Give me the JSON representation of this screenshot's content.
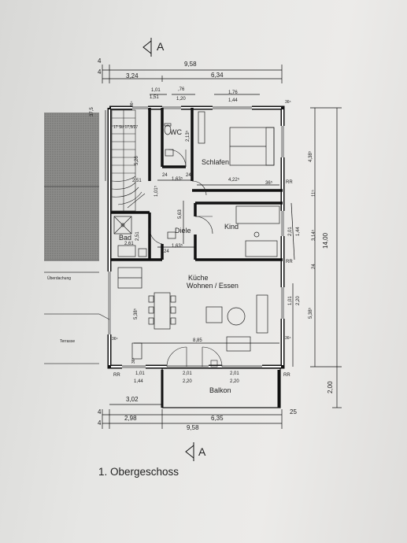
{
  "title": "1. Obergeschoss",
  "section_marker": "A",
  "rooms": {
    "wc": "WC",
    "schlafen": "Schlafen",
    "kind": "Kind",
    "diele": "Diele",
    "bad": "Bad",
    "kueche": "Küche",
    "wohnen": "Wohnen / Essen",
    "balkon": "Balkon",
    "ueberdachung": "Überdachung",
    "terrasse": "Terrasse"
  },
  "dims": {
    "top_total": "9,58",
    "top_left": "3,24",
    "top_right": "6,34",
    "top_4a": "4",
    "top_4b": "4",
    "d_101": "1,01",
    "d_151": "1,51",
    "d_76": ",76",
    "d_120": "1,20",
    "d_176": "1,76",
    "d_144_top": "1,44",
    "d_375": "37,5",
    "d_36_tl": "36⁵",
    "d_36_tr": "36⁵",
    "d_526": "5,26",
    "d_251": "2,51",
    "d_101v": "1,01⁵",
    "d_163a": "1,63⁵",
    "d_24a": "24",
    "d_24b": "24",
    "d_422": "4,22⁵",
    "d_36_mid": "36⁵",
    "d_563": "5,63",
    "d_213": "2,13⁵",
    "d_201": "2,01",
    "d_144_mid": "1,44",
    "d_438": "4,38⁵",
    "d_115": "11⁵",
    "d_314": "3,14⁵",
    "d_1400": "14,00",
    "d_24c": "24",
    "d_163b": "1,63⁵",
    "d_24d": "24",
    "d_251b": "2,51",
    "d_261": "2,61",
    "d_101c": "1,01",
    "d_220a": "2,20",
    "d_538a": "5,38⁵",
    "d_538b": "5,38⁵",
    "d_885": "8,85",
    "d_36_bl": "36⁵",
    "d_36_br": "36⁵",
    "d_36_b": "36⁵",
    "d_101_bl": "1,01",
    "d_144_bl": "1,44",
    "d_201_b1": "2,01",
    "d_220_b1": "2,20",
    "d_201_b2": "2,01",
    "d_220_b2": "2,20",
    "d_302": "3,02",
    "d_298": "2,98",
    "d_635": "6,35",
    "d_25": "25",
    "bottom_total": "9,58",
    "bottom_4a": "4",
    "bottom_4b": "4",
    "d_200": "2,00",
    "rr_tr": "RR",
    "rr_mid": "RR",
    "rr_bl": "RR",
    "rr_br": "RR",
    "stair_note": "17 St/ 17,5/27"
  }
}
